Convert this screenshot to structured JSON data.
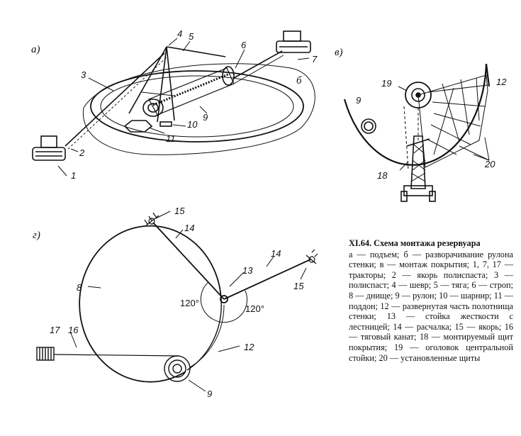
{
  "panels": {
    "a": "а)",
    "b": "б",
    "v": "в)",
    "g": "г)"
  },
  "labels_a": [
    "1",
    "2",
    "3",
    "4",
    "5",
    "6",
    "7",
    "9",
    "10",
    "11"
  ],
  "labels_v": [
    "9",
    "12",
    "18",
    "19",
    "20"
  ],
  "labels_g": [
    "8",
    "9",
    "12",
    "13",
    "14",
    "14",
    "15",
    "15",
    "16",
    "17"
  ],
  "angles": [
    "120°",
    "120°"
  ],
  "caption": {
    "title": "XI.64. Схема монтажа резервуара",
    "body": "а — подъем; б — разворачивание рулона стенки; в — монтаж покрытия; 1, 7, 17 — тракторы; 2 — якорь полиспаста; 3 — полиспаст; 4 — шевр; 5 — тяга; 6 — строп; 8 — днище; 9 — рулон; 10 — шарнир; 11 — поддон; 12 — развернутая часть полотнища стенки; 13 — стойка жесткости с лестницей; 14 — расчалка; 15 — якорь; 16 — тяговый канат; 18 — монтируемый щит покрытия; 19 — оголовок центральной стойки; 20 — установленные щиты"
  }
}
